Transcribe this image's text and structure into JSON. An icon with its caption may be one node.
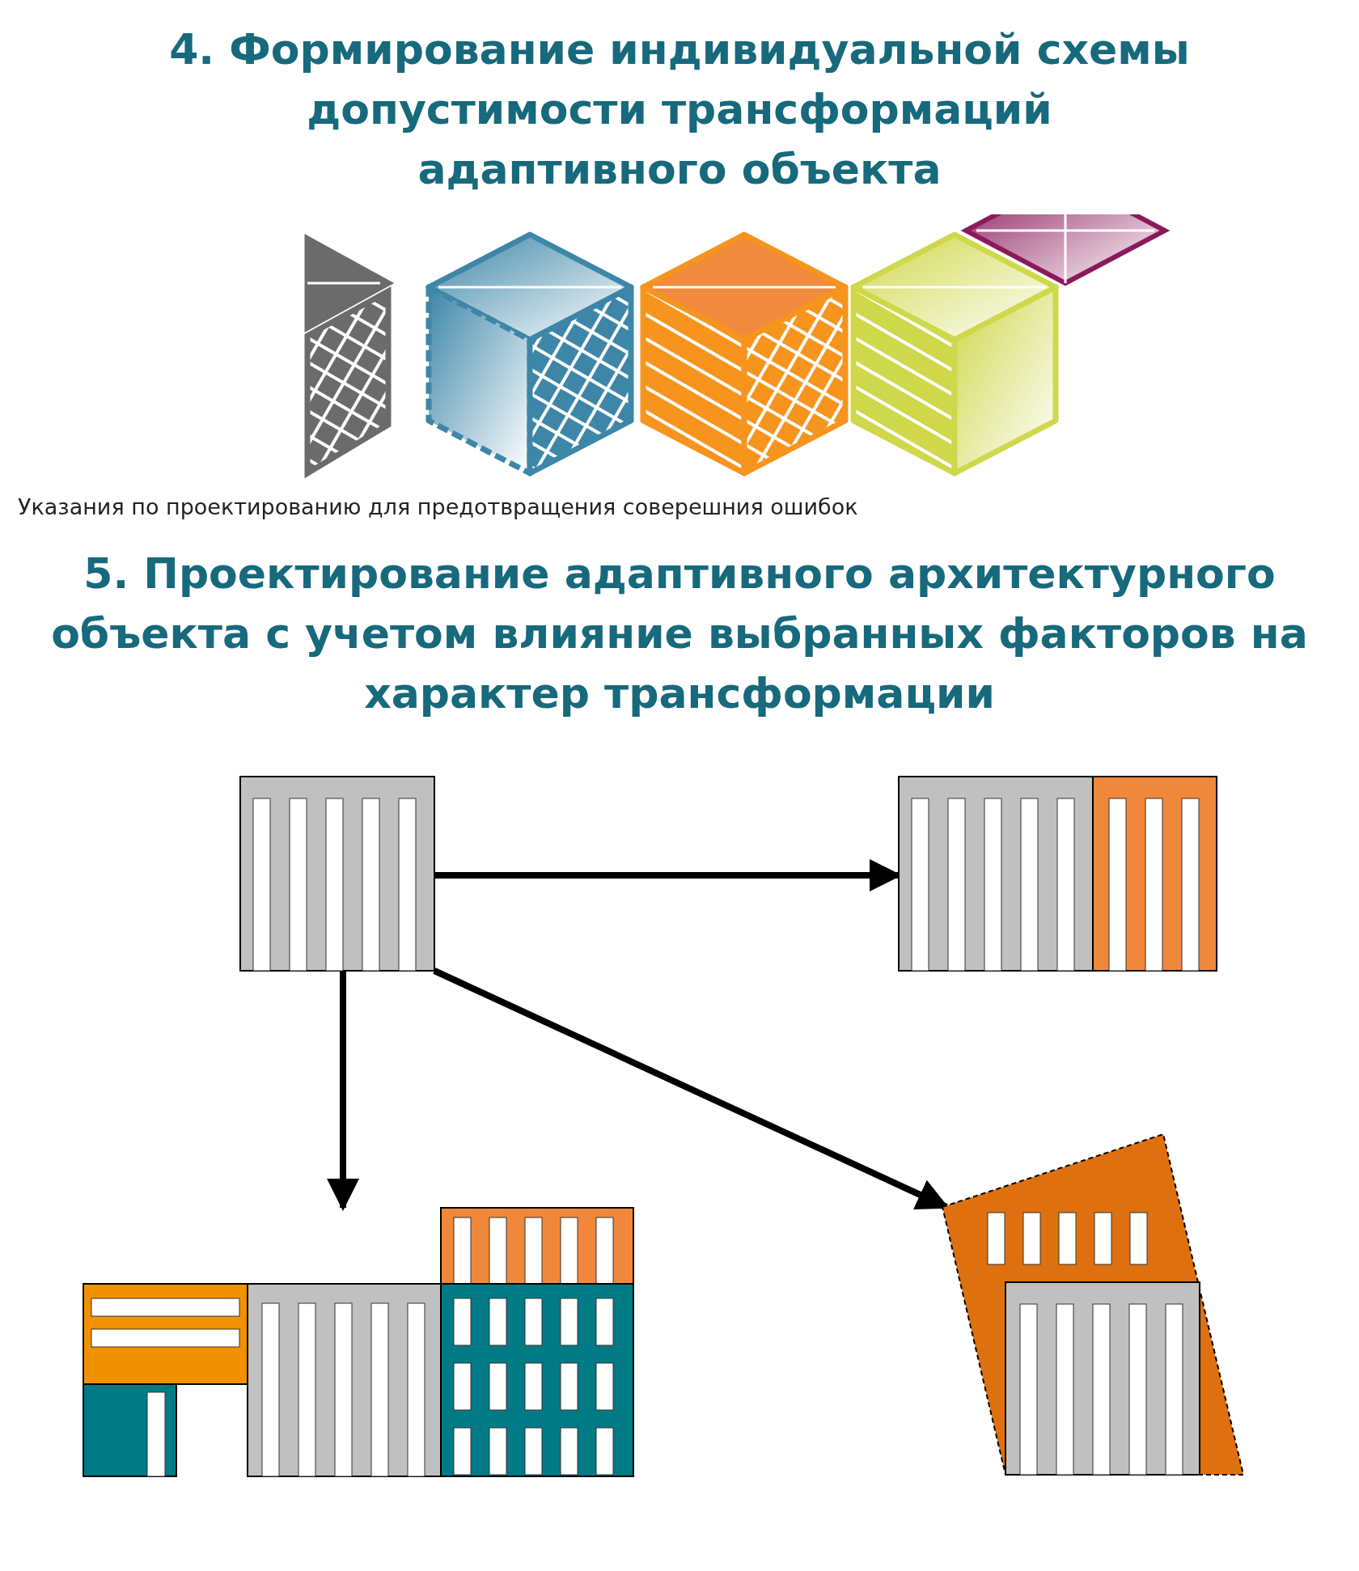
{
  "diagram": {
    "title": "4. Формирование индивидуальной схемы допустимости трансформаций адаптивного объекта",
    "nodes": [
      {
        "text": [],
        "shape": "picture"
      },
      {
        "text": [],
        "shape": "picture"
      },
      {
        "text": [],
        "shape": "picture"
      },
      {
        "text": [],
        "shape": "picture"
      }
    ],
    "edges": [
      {
        "from": 0,
        "to": 1,
        "arrow": "to"
      },
      {
        "from": 0,
        "to": 2,
        "arrow": "to"
      },
      {
        "from": 0,
        "to": 3,
        "arrow": "to"
      }
    ],
    "labels": [
      "Указания по проектированию для предотвращения соверешния ошибок",
      "5. Проектирование адаптивного архитектурного объекта с учетом влияние выбранных факторов на характер трансформации"
    ]
  }
}
